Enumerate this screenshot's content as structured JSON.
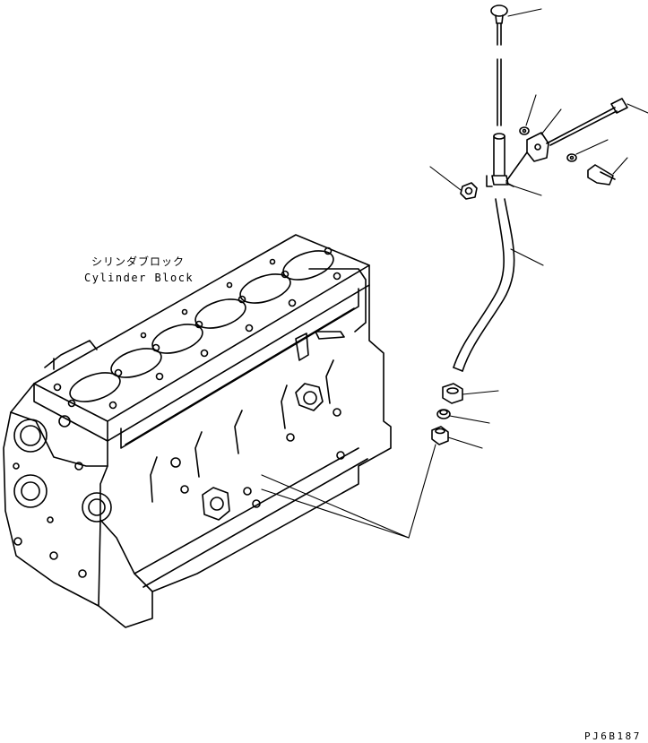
{
  "diagram": {
    "block_label_jp": "シリンダブロック",
    "block_label_en": "Cylinder Block",
    "drawing_code": "PJ6B187"
  },
  "parts": [
    {
      "id": "dipstick-gauge"
    },
    {
      "id": "washer-upper"
    },
    {
      "id": "bracket"
    },
    {
      "id": "bolt-upper"
    },
    {
      "id": "washer-lower"
    },
    {
      "id": "bolt-lower"
    },
    {
      "id": "nut"
    },
    {
      "id": "clip"
    },
    {
      "id": "guide-tube"
    },
    {
      "id": "sleeve-nut"
    },
    {
      "id": "ferrule"
    },
    {
      "id": "adapter"
    }
  ]
}
